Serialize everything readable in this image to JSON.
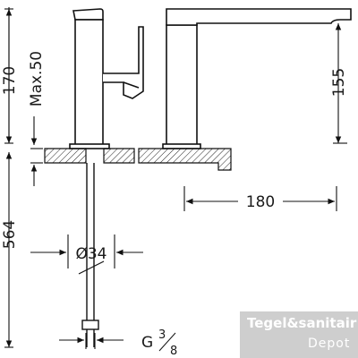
{
  "drawing": {
    "dimensions": {
      "total_height": "170",
      "max_deck": "Max.50",
      "spout_height": "155",
      "spout_reach": "180",
      "hose_length": "564",
      "hole_diameter": "Ø34",
      "connection_prefix": "G",
      "connection_num": "3",
      "connection_den": "8"
    },
    "watermark": {
      "line1": "Tegel&sanitair",
      "line2": "Depot"
    }
  }
}
